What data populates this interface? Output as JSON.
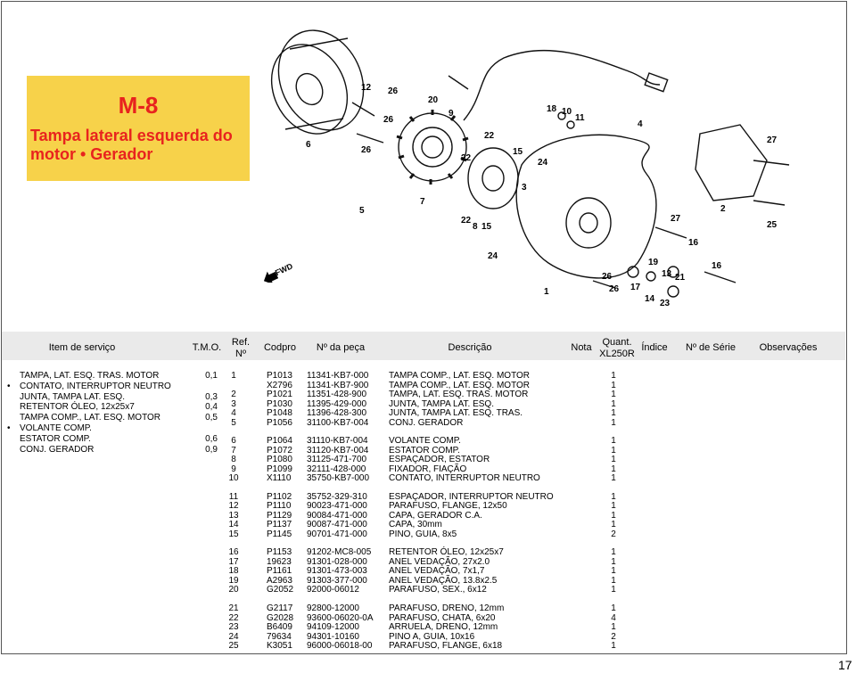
{
  "page": {
    "code": "M-8",
    "title": "Tampa lateral esquerda do motor • Gerador",
    "number": "17"
  },
  "diagram": {
    "callouts": [
      "12",
      "26",
      "20",
      "9",
      "26",
      "26",
      "6",
      "22",
      "22",
      "15",
      "24",
      "18",
      "10",
      "11",
      "4",
      "27",
      "7",
      "5",
      "22",
      "8",
      "15",
      "3",
      "27",
      "2",
      "25",
      "16",
      "24",
      "19",
      "13",
      "26",
      "26",
      "21",
      "17",
      "14",
      "23",
      "1"
    ],
    "fwd_label": "FWD"
  },
  "headers": {
    "item": "Item de serviço",
    "tmo": "T.M.O.",
    "ref": "Ref. Nº",
    "codpro": "Codpro",
    "peca": "Nº da peça",
    "descricao": "Descrição",
    "nota": "Nota",
    "quant": "Quant. XL250R",
    "indice": "Índice",
    "serie": "Nº de Série",
    "obs": "Observações"
  },
  "service_items": [
    {
      "bullet": "",
      "name": "TAMPA, LAT. ESQ. TRAS. MOTOR",
      "tmo": "0,1"
    },
    {
      "bullet": "•",
      "name": "CONTATO, INTERRUPTOR NEUTRO",
      "tmo": ""
    },
    {
      "bullet": "",
      "name": "JUNTA, TAMPA LAT. ESQ.",
      "tmo": "0,3"
    },
    {
      "bullet": "",
      "name": "RETENTOR ÓLEO, 12x25x7",
      "tmo": "0,4"
    },
    {
      "bullet": "",
      "name": "TAMPA COMP., LAT. ESQ. MOTOR",
      "tmo": "0,5"
    },
    {
      "bullet": "•",
      "name": "VOLANTE COMP.",
      "tmo": ""
    },
    {
      "bullet": "",
      "name": "ESTATOR COMP.",
      "tmo": "0,6"
    },
    {
      "bullet": "",
      "name": "CONJ. GERADOR",
      "tmo": "0,9"
    }
  ],
  "parts": [
    {
      "ref": "1",
      "codpro": "P1013",
      "peca": "11341-KB7-000",
      "desc": "TAMPA COMP., LAT. ESQ. MOTOR",
      "qty": "1"
    },
    {
      "ref": "",
      "codpro": "X2796",
      "peca": "11341-KB7-900",
      "desc": "TAMPA COMP., LAT. ESQ. MOTOR",
      "qty": "1"
    },
    {
      "ref": "2",
      "codpro": "P1021",
      "peca": "11351-428-900",
      "desc": "TAMPA, LAT. ESQ. TRAS. MOTOR",
      "qty": "1"
    },
    {
      "ref": "3",
      "codpro": "P1030",
      "peca": "11395-429-000",
      "desc": "JUNTA, TAMPA LAT. ESQ.",
      "qty": "1"
    },
    {
      "ref": "4",
      "codpro": "P1048",
      "peca": "11396-428-300",
      "desc": "JUNTA, TAMPA LAT. ESQ. TRAS.",
      "qty": "1"
    },
    {
      "ref": "5",
      "codpro": "P1056",
      "peca": "31100-KB7-004",
      "desc": "CONJ. GERADOR",
      "qty": "1"
    },
    {
      "ref": "6",
      "codpro": "P1064",
      "peca": "31110-KB7-004",
      "desc": "VOLANTE COMP.",
      "qty": "1"
    },
    {
      "ref": "7",
      "codpro": "P1072",
      "peca": "31120-KB7-004",
      "desc": "ESTATOR COMP.",
      "qty": "1"
    },
    {
      "ref": "8",
      "codpro": "P1080",
      "peca": "31125-471-700",
      "desc": "ESPAÇADOR, ESTATOR",
      "qty": "1"
    },
    {
      "ref": "9",
      "codpro": "P1099",
      "peca": "32111-428-000",
      "desc": "FIXADOR, FIAÇÃO",
      "qty": "1"
    },
    {
      "ref": "10",
      "codpro": "X1110",
      "peca": "35750-KB7-000",
      "desc": "CONTATO, INTERRUPTOR NEUTRO",
      "qty": "1"
    },
    {
      "ref": "11",
      "codpro": "P1102",
      "peca": "35752-329-310",
      "desc": "ESPAÇADOR, INTERRUPTOR NEUTRO",
      "qty": "1"
    },
    {
      "ref": "12",
      "codpro": "P1110",
      "peca": "90023-471-000",
      "desc": "PARAFUSO, FLANGE, 12x50",
      "qty": "1"
    },
    {
      "ref": "13",
      "codpro": "P1129",
      "peca": "90084-471-000",
      "desc": "CAPA, GERADOR C.A.",
      "qty": "1"
    },
    {
      "ref": "14",
      "codpro": "P1137",
      "peca": "90087-471-000",
      "desc": "CAPA, 30mm",
      "qty": "1"
    },
    {
      "ref": "15",
      "codpro": "P1145",
      "peca": "90701-471-000",
      "desc": "PINO, GUIA, 8x5",
      "qty": "2"
    },
    {
      "ref": "16",
      "codpro": "P1153",
      "peca": "91202-MC8-005",
      "desc": "RETENTOR ÓLEO, 12x25x7",
      "qty": "1"
    },
    {
      "ref": "17",
      "codpro": "19623",
      "peca": "91301-028-000",
      "desc": "ANEL VEDAÇÃO, 27x2.0",
      "qty": "1"
    },
    {
      "ref": "18",
      "codpro": "P1161",
      "peca": "91301-473-003",
      "desc": "ANEL VEDAÇÃO, 7x1,7",
      "qty": "1"
    },
    {
      "ref": "19",
      "codpro": "A2963",
      "peca": "91303-377-000",
      "desc": "ANEL VEDAÇÃO, 13.8x2.5",
      "qty": "1"
    },
    {
      "ref": "20",
      "codpro": "G2052",
      "peca": "92000-06012",
      "desc": "PARAFUSO, SEX., 6x12",
      "qty": "1"
    },
    {
      "ref": "21",
      "codpro": "G2117",
      "peca": "92800-12000",
      "desc": "PARAFUSO, DRENO, 12mm",
      "qty": "1"
    },
    {
      "ref": "22",
      "codpro": "G2028",
      "peca": "93600-06020-0A",
      "desc": "PARAFUSO, CHATA, 6x20",
      "qty": "4"
    },
    {
      "ref": "23",
      "codpro": "B6409",
      "peca": "94109-12000",
      "desc": "ARRUELA, DRENO, 12mm",
      "qty": "1"
    },
    {
      "ref": "24",
      "codpro": "79634",
      "peca": "94301-10160",
      "desc": "PINO A, GUIA, 10x16",
      "qty": "2"
    },
    {
      "ref": "25",
      "codpro": "K3051",
      "peca": "96000-06018-00",
      "desc": "PARAFUSO, FLANGE, 6x18",
      "qty": "1"
    }
  ]
}
